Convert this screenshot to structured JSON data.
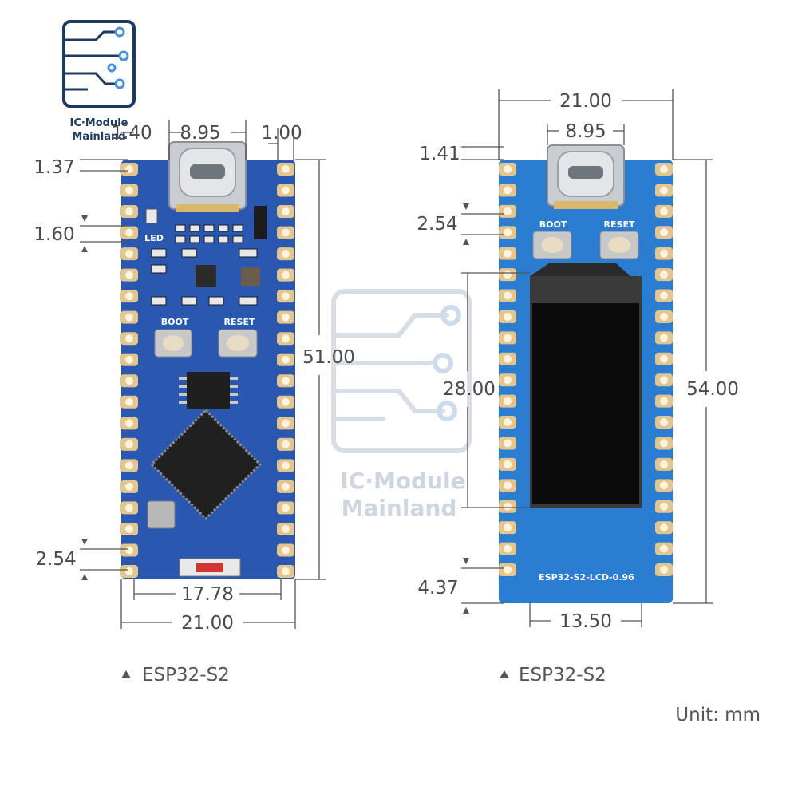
{
  "logo": {
    "line1": "IC·Module",
    "line2": "Mainland"
  },
  "watermark": {
    "line1": "IC·Module",
    "line2": "Mainland"
  },
  "left_board": {
    "caption": "ESP32-S2",
    "labels": {
      "led": "LED",
      "boot": "BOOT",
      "reset": "RESET"
    },
    "dims": {
      "top_left": "1.40",
      "usb_width": "8.95",
      "top_right": "1.00",
      "pin_top": "1.37",
      "pin_pitch": "1.60",
      "height": "51.00",
      "pin_bottom": "2.54",
      "row_spacing": "17.78",
      "width": "21.00"
    }
  },
  "right_board": {
    "caption": "ESP32-S2",
    "labels": {
      "boot": "BOOT",
      "reset": "RESET",
      "model": "ESP32-S2-LCD-0.96"
    },
    "dims": {
      "width": "21.00",
      "usb_width": "8.95",
      "pin_top": "1.41",
      "pin_pitch": "2.54",
      "lcd_height": "28.00",
      "height": "54.00",
      "bottom": "4.37",
      "lcd_width": "13.50"
    }
  },
  "unit": "Unit: mm"
}
